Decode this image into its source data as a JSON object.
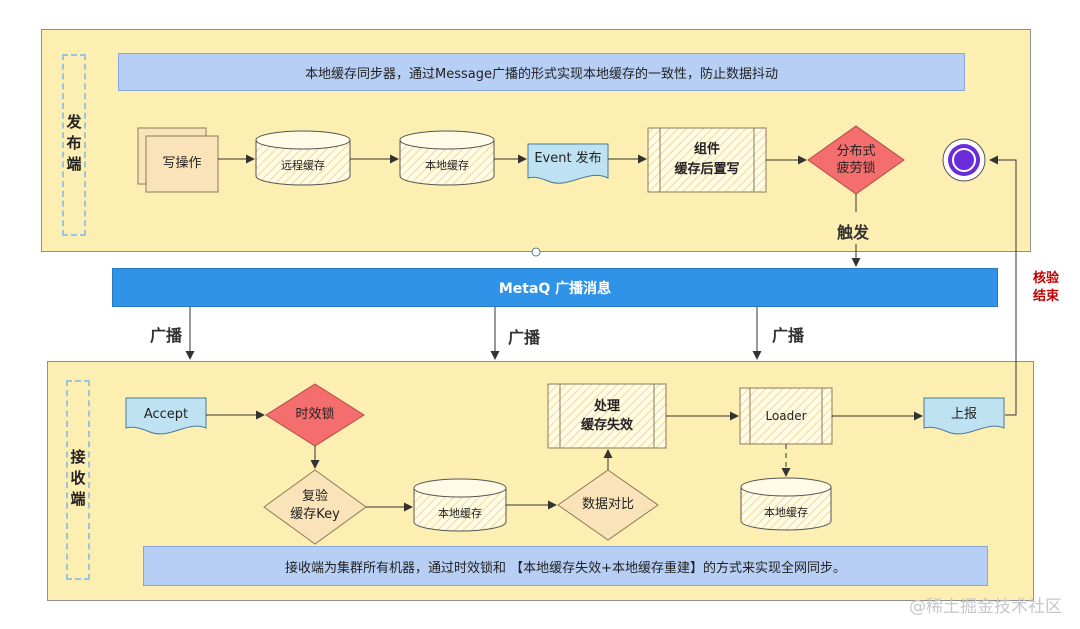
{
  "publisher": {
    "side_label": "发布端",
    "banner": "本地缓存同步器，通过Message广播的形式实现本地缓存的一致性，防止数据抖动",
    "write_op": "写操作",
    "remote_cache": "远程缓存",
    "local_cache": "本地缓存",
    "event_publish": "Event 发布",
    "component_line1": "组件",
    "component_line2": "缓存后置写",
    "dist_lock_line1": "分布式",
    "dist_lock_line2": "疲劳锁",
    "trigger": "触发"
  },
  "metaq": {
    "label": "MetaQ 广播消息"
  },
  "broadcast_labels": [
    "广播",
    "广播",
    "广播"
  ],
  "verify": {
    "line1": "核验",
    "line2": "结束"
  },
  "receiver": {
    "side_label": "接收端",
    "accept": "Accept",
    "time_lock": "时效锁",
    "recheck_line1": "复验",
    "recheck_line2": "缓存Key",
    "local_cache": "本地缓存",
    "data_compare": "数据对比",
    "process_line1": "处理",
    "process_line2": "缓存失效",
    "loader": "Loader",
    "loader_cache": "本地缓存",
    "report": "上报",
    "banner": "接收端为集群所有机器，通过时效锁和 【本地缓存失效+本地缓存重建】的方式来实现全网同步。"
  },
  "watermark": "@稀土掘金技术社区",
  "colors": {
    "panel": "#fdefb2",
    "banner": "#b8cff5",
    "metaq": "#2f93e8",
    "diamond_red": "#f46e6e",
    "diamond_beige": "#fae3b8",
    "doc_blue": "#bfe2f3",
    "end_circle": "#6a2bd8"
  }
}
